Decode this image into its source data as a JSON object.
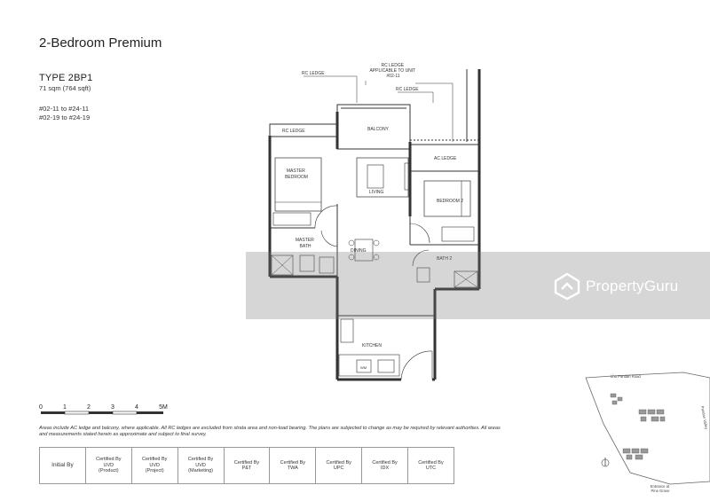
{
  "header": {
    "title": "2-Bedroom Premium",
    "type": "TYPE 2BP1",
    "area": "71 sqm (764 sqft)",
    "units": [
      "#02-11 to #24-11",
      "#02-19 to #24-19"
    ]
  },
  "plan": {
    "rc_ledge_top": "RC LEDGE",
    "rc_ledge_applicable": [
      "RC LEDGE",
      "APPLICABLE TO UNIT",
      "#02-11"
    ],
    "rc_ledge_right": "RC LEDGE",
    "rc_ledge_left": "RC LEDGE",
    "balcony": "BALCONY",
    "ac_ledge": "AC LEDGE",
    "master_bedroom": [
      "MASTER",
      "BEDROOM"
    ],
    "living": "LIVING",
    "bedroom2": "BEDROOM 2",
    "master_bath": [
      "MASTER",
      "BATH"
    ],
    "dining": "DINING",
    "bath2": "BATH 2",
    "kitchen": "KITCHEN",
    "wm_label": "WM"
  },
  "scale": {
    "ticks": [
      "0",
      "1",
      "2",
      "3",
      "4",
      "5M"
    ]
  },
  "note": "Areas include AC ledge and balcony, where applicable. All RC ledges are excluded from strata area and non-load bearing. The plans are subjected to change as may be required by relevant authorities. All areas and measurements stated herein as approximate and subject to final survey.",
  "certification": {
    "initial_label": "Initial By",
    "cells": [
      [
        "Certified By",
        "UVD",
        "(Product)"
      ],
      [
        "Certified By",
        "UVD",
        "(Project)"
      ],
      [
        "Certified By",
        "UVD",
        "(Marketing)"
      ],
      [
        "Certified By",
        "P&T"
      ],
      [
        "Certified By",
        "TWA"
      ],
      [
        "Certified By",
        "UPC"
      ],
      [
        "Certified By",
        "IDX"
      ],
      [
        "Certified By",
        "UTC"
      ]
    ]
  },
  "watermark": {
    "brand": "PropertyGuru"
  },
  "keyplan": {
    "road_top": "Lhu Pandan Road",
    "road_right": "Pandan Valley",
    "entrance": [
      "Entrance at",
      "Pine Grove"
    ]
  },
  "colors": {
    "wall": "#333333",
    "watermark_band": "#8a8a8a",
    "watermark_text": "#ffffff"
  }
}
